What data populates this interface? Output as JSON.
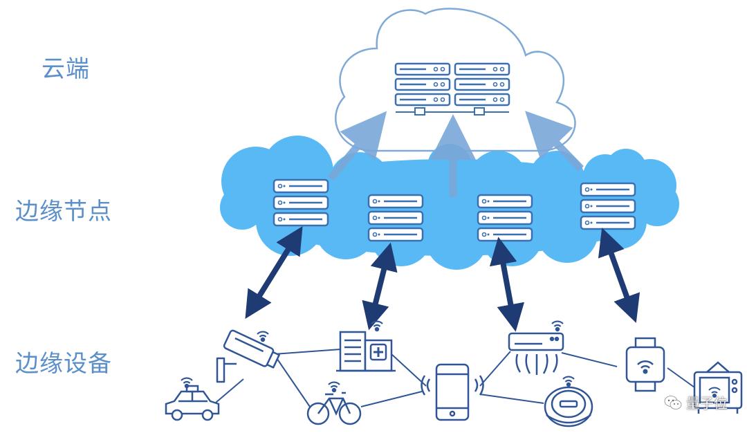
{
  "labels": {
    "cloud": "云端",
    "edge_nodes": "边缘节点",
    "edge_devices": "边缘设备"
  },
  "watermark": {
    "text": "量子位",
    "icon": "wechat-icon"
  },
  "colors": {
    "label_text": "#5b8fc9",
    "cloud_outline": "#7fa9d6",
    "edge_cloud_fill": "#59b9f4",
    "server_line": "#3a6fb0",
    "device_line": "#2f5597",
    "up_arrow": "#7aa8d8",
    "bidirectional_arrow": "#1f3b73"
  },
  "nodes": {
    "cloud_server": "server-rack-icon",
    "edge_servers": [
      "edge-server-icon",
      "edge-server-icon",
      "edge-server-icon",
      "edge-server-icon"
    ],
    "devices": [
      "surveillance-camera-icon",
      "hospital-building-icon",
      "smartphone-icon",
      "air-conditioner-icon",
      "smartwatch-icon",
      "taxi-icon",
      "bicycle-icon",
      "robot-vacuum-icon",
      "television-icon"
    ]
  }
}
